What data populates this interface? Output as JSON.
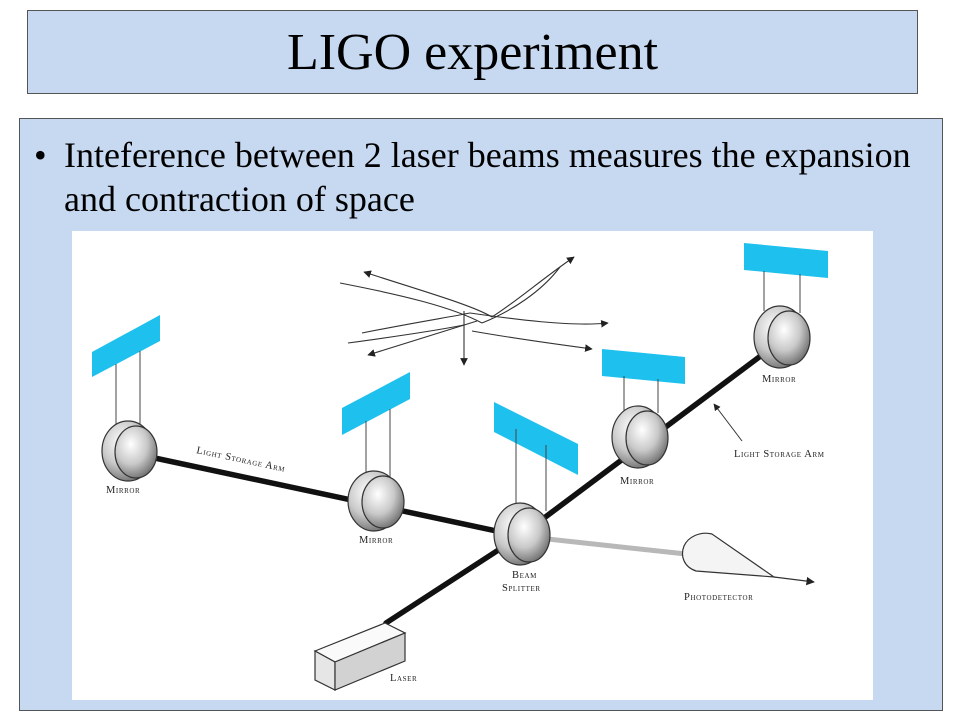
{
  "slide": {
    "title": "LIGO experiment",
    "bullet": "Inteference between 2 laser beams measures the expansion and contraction of space"
  },
  "diagram": {
    "labels": {
      "mirror_left": "Mirror",
      "mirror_mid_left": "Mirror",
      "mirror_mid_right": "Mirror",
      "mirror_far_right": "Mirror",
      "arm_left": "Light Storage Arm",
      "arm_right": "Light Storage Arm",
      "beam_splitter_line1": "Beam",
      "beam_splitter_line2": "Splitter",
      "photodetector": "Photodetector",
      "laser": "Laser"
    },
    "colors": {
      "panel": "#c6d9f1",
      "mirror_plate": "#1ec0ee",
      "beam": "#111111",
      "output_beam": "#b8b8b8"
    }
  }
}
